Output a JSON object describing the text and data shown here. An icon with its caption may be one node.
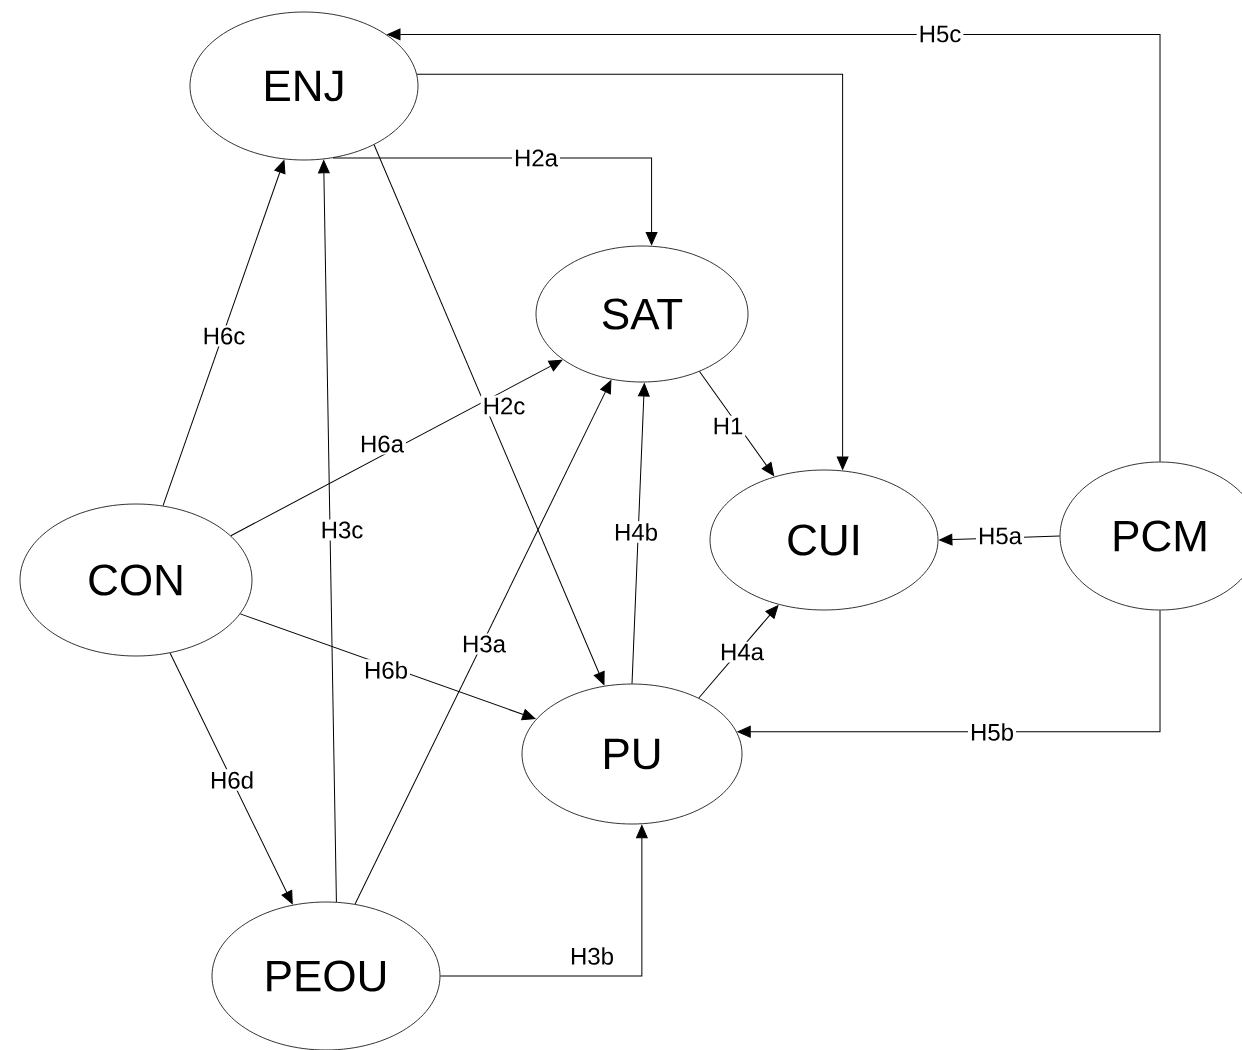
{
  "diagram": {
    "nodes": [
      {
        "text": [
          "ENJ"
        ]
      },
      {
        "text": [
          "SAT"
        ]
      },
      {
        "text": [
          "CUI"
        ]
      },
      {
        "text": [
          "PCM"
        ]
      },
      {
        "text": [
          "CON"
        ]
      },
      {
        "text": [
          "PU"
        ]
      },
      {
        "text": [
          "PEOU"
        ]
      }
    ],
    "edges": [
      {
        "from": 3,
        "to": 0,
        "arrow": "to",
        "label": "H5c"
      },
      {
        "from": 0,
        "to": 2,
        "arrow": "to"
      },
      {
        "from": 0,
        "to": 1,
        "arrow": "to",
        "label": "H2a"
      },
      {
        "from": 0,
        "to": 5,
        "arrow": "to",
        "label": "H2c"
      },
      {
        "from": 1,
        "to": 2,
        "arrow": "to",
        "label": "H1"
      },
      {
        "from": 4,
        "to": 1,
        "arrow": "to",
        "label": "H6a"
      },
      {
        "from": 4,
        "to": 0,
        "arrow": "to",
        "label": "H6c"
      },
      {
        "from": 6,
        "to": 0,
        "arrow": "to",
        "label": "H3c"
      },
      {
        "from": 6,
        "to": 1,
        "arrow": "to",
        "label": "H3a"
      },
      {
        "from": 5,
        "to": 1,
        "arrow": "to",
        "label": "H4b"
      },
      {
        "from": 4,
        "to": 5,
        "arrow": "to",
        "label": "H6b"
      },
      {
        "from": 4,
        "to": 6,
        "arrow": "to",
        "label": "H6d"
      },
      {
        "from": 3,
        "to": 2,
        "arrow": "to",
        "label": "H5a"
      },
      {
        "from": 5,
        "to": 2,
        "arrow": "to",
        "label": "H4a"
      },
      {
        "from": 3,
        "to": 5,
        "arrow": "to",
        "label": "H5b"
      },
      {
        "from": 6,
        "to": 5,
        "arrow": "to",
        "label": "H3b"
      }
    ]
  }
}
